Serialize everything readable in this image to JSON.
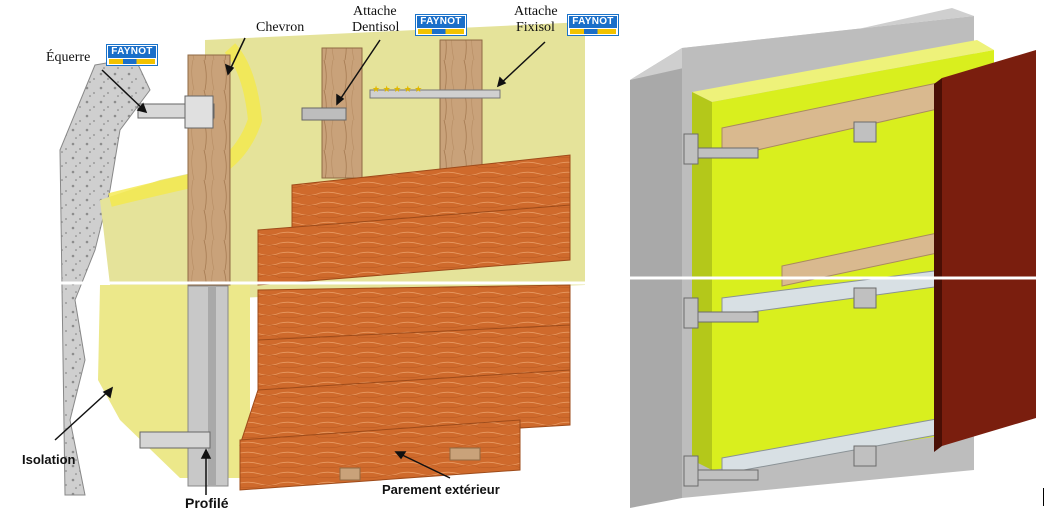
{
  "left_diagram": {
    "labels": {
      "equerre": "Équerre",
      "chevron": "Chevron",
      "attache_dentisol": [
        "Attache",
        "Dentisol"
      ],
      "attache_fixisol": [
        "Attache",
        "Fixisol"
      ],
      "isolation": "Isolation",
      "profile": "Profilé",
      "parement": "Parement extérieur"
    },
    "brand_logo": "FAYNOT"
  },
  "colors": {
    "insulation_yellow": "#e5e39a",
    "insulation_bright": "#d9ef1e",
    "wood_siding": "#cf6a2c",
    "wood_post": "#c9a27a",
    "concrete": "#b8b8b8",
    "cladding_panel": "#7a1e0e"
  }
}
